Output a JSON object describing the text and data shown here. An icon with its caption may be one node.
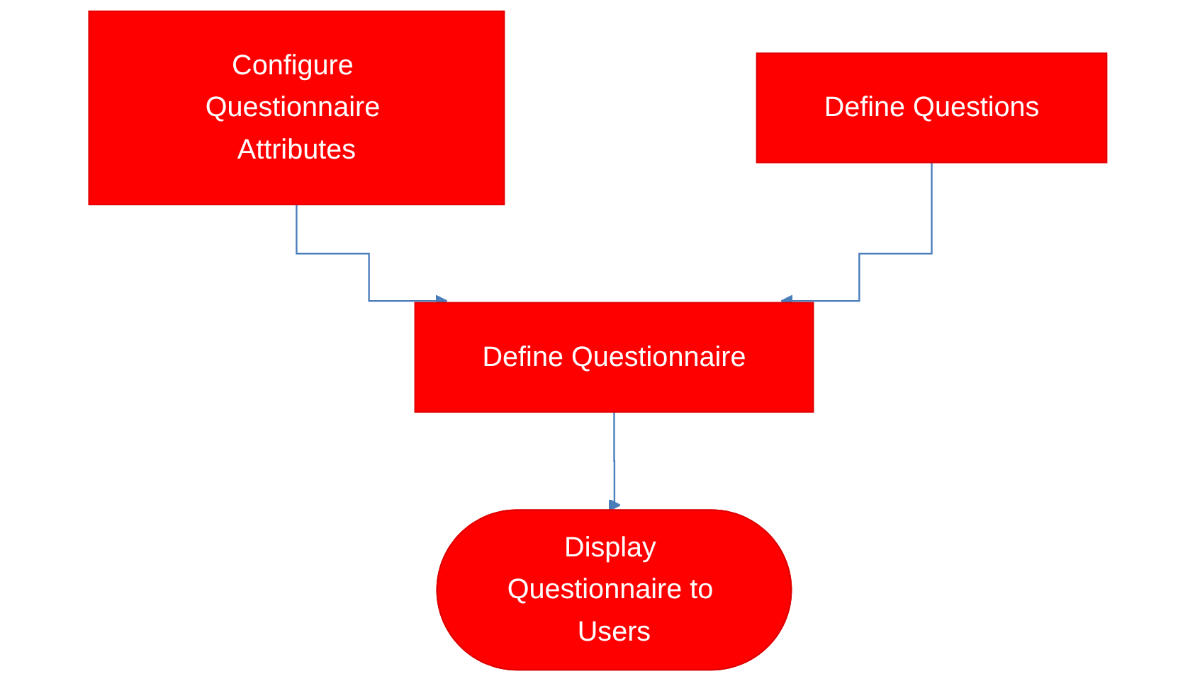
{
  "diagram": {
    "nodes": [
      {
        "text": [
          "Configure Questionnaire Attributes"
        ]
      },
      {
        "text": [
          "Define Questions"
        ]
      },
      {
        "text": [
          "Define Questionnaire"
        ]
      },
      {
        "text": [
          "Display Questionnaire to Users"
        ]
      }
    ],
    "edges": [
      {
        "from": 0,
        "to": 2,
        "arrow": "to"
      },
      {
        "from": 1,
        "to": 2,
        "arrow": "to"
      },
      {
        "from": 2,
        "to": 3,
        "arrow": "to"
      }
    ]
  }
}
